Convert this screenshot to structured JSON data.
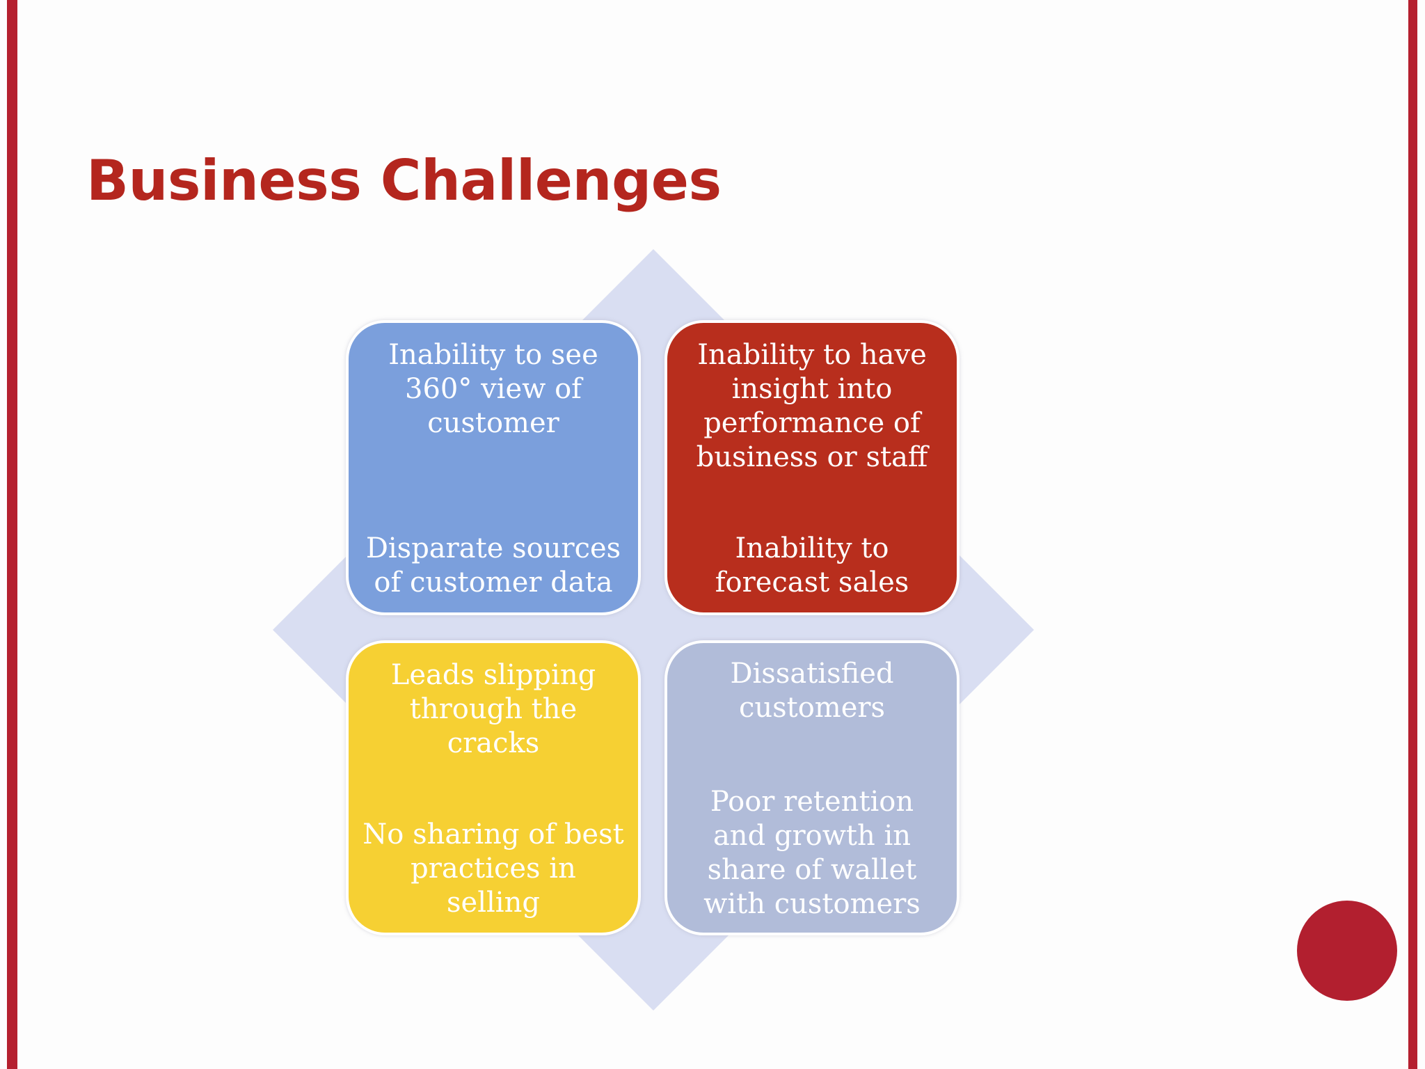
{
  "slide": {
    "title": "Business Challenges",
    "colors": {
      "border": "#b5202f",
      "title": "#b4261e",
      "diamond": "#d9def2",
      "blue": "#7b9fdc",
      "red": "#b82e1d",
      "yellow": "#f6d033",
      "gray_blue": "#b1bcd9",
      "dot": "#b21f2f"
    }
  },
  "matrix": {
    "top_left": {
      "text_1": "Inability to see 360° view of customer",
      "text_2": "Disparate sources of customer data"
    },
    "top_right": {
      "text_1": "Inability to have insight into performance of business or staff",
      "text_2": "Inability to forecast sales"
    },
    "bottom_left": {
      "text_1": "Leads slipping through the cracks",
      "text_2": "No sharing of best practices in selling"
    },
    "bottom_right": {
      "text_1": "Dissatisfied customers",
      "text_2": "Poor retention and growth in share of wallet with customers"
    }
  }
}
